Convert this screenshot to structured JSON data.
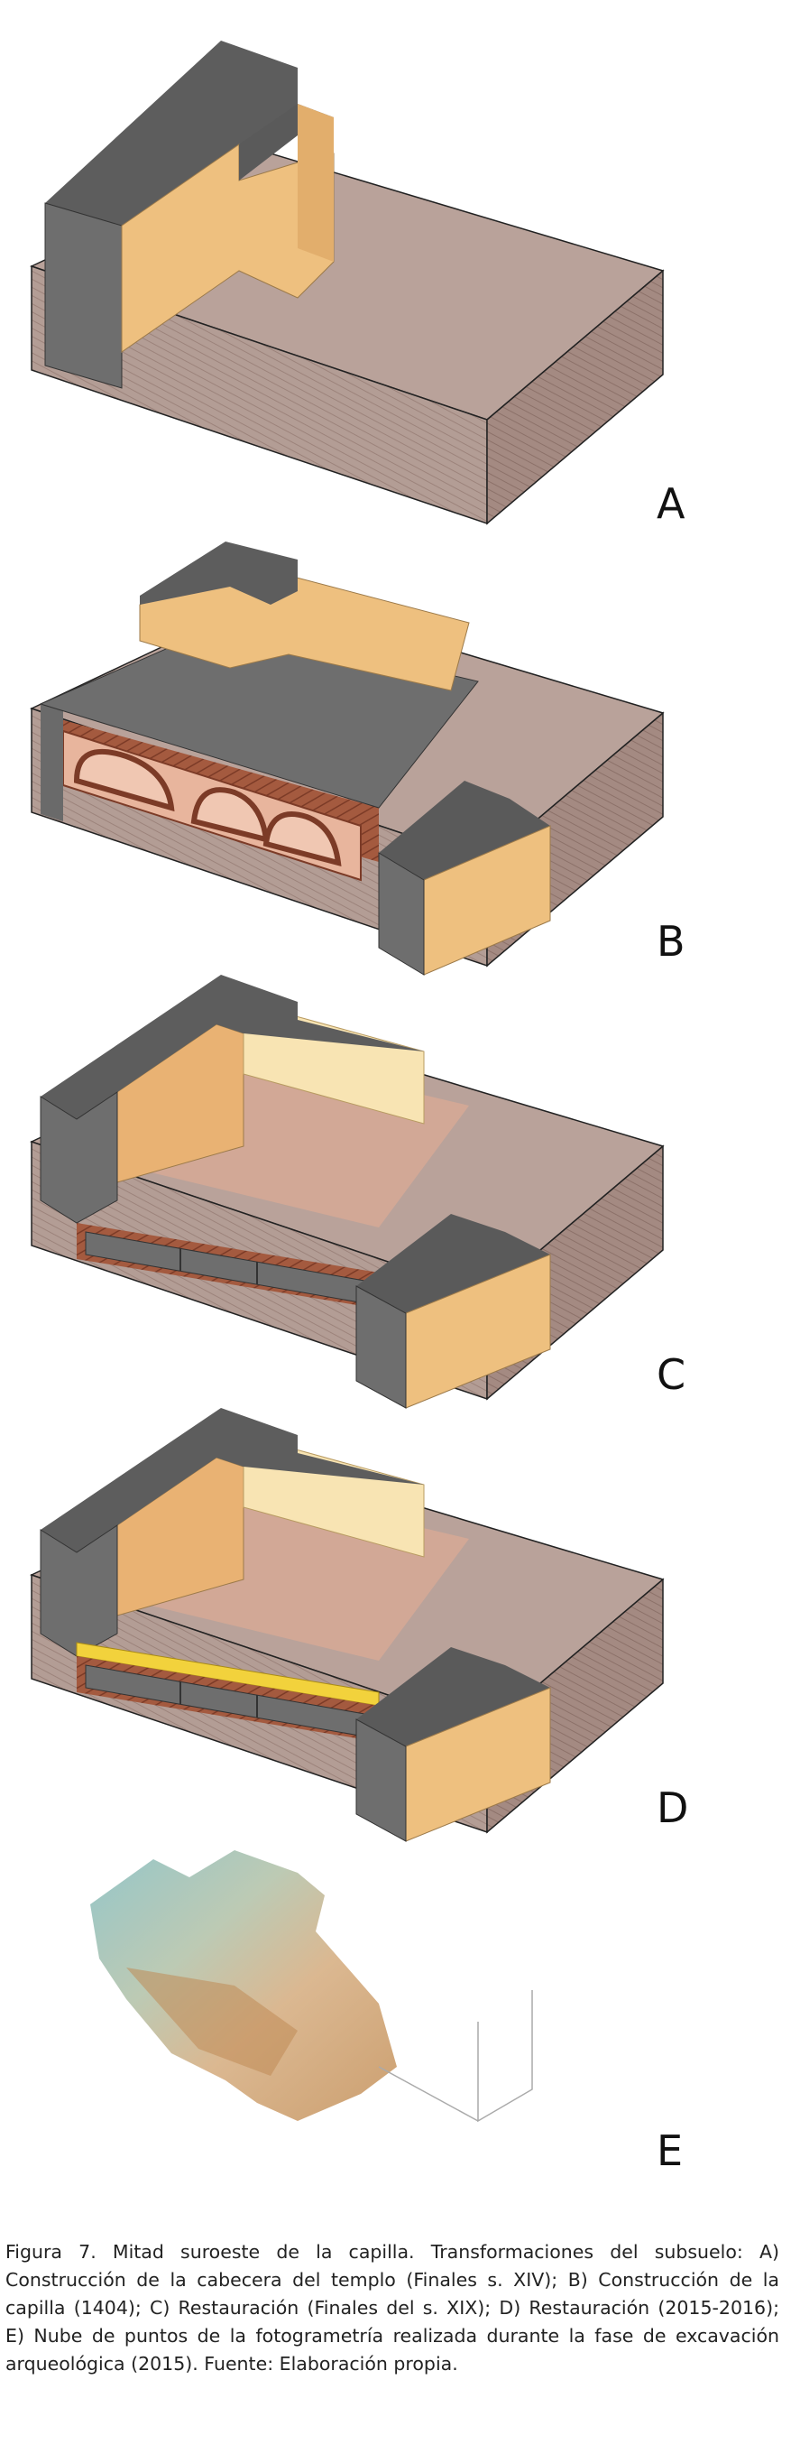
{
  "panels": [
    {
      "label": "A"
    },
    {
      "label": "B"
    },
    {
      "label": "C"
    },
    {
      "label": "D"
    },
    {
      "label": "E"
    }
  ],
  "caption": "Figura 7. Mitad suroeste de la capilla. Transformaciones del subsuelo: A) Construcción de la cabecera del templo (Finales s. XIV); B) Construcción de la capilla (1404); C) Restauración (Finales del s. XIX); D) Restauración (2015-2016); E) Nube de puntos de la fotogrametría realizada durante la fase de excavación arqueológica (2015). Fuente: Elaboración propia.",
  "colors": {
    "wall_gray": "#6b6b6b",
    "wall_top": "#5a5a5a",
    "stone": "#eec07f",
    "stone_light": "#f8e4b3",
    "ground": "#b8a39b",
    "ground_dark": "#8f7770",
    "floor": "#d2a896",
    "brick": "#8a4a34",
    "arch": "#e7b59f",
    "yellow": "#f2d23c"
  }
}
